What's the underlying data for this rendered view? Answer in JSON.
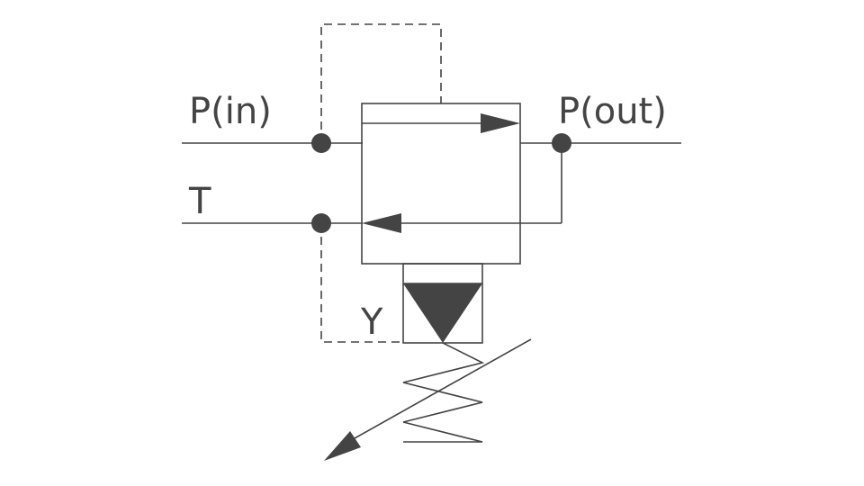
{
  "labels": {
    "p_in": "P(in)",
    "p_out": "P(out)",
    "tank": "T",
    "drain": "Y"
  },
  "colors": {
    "stroke": "#444444",
    "background": "#ffffff"
  }
}
